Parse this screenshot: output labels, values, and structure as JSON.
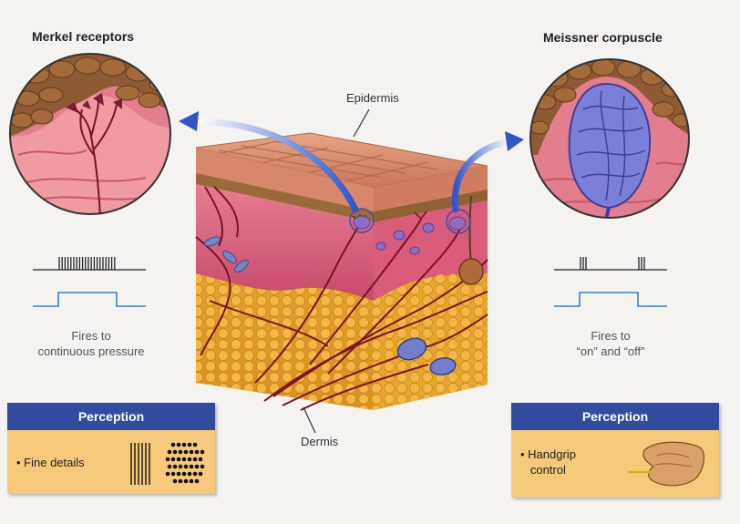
{
  "left": {
    "title": "Merkel receptors",
    "caption": [
      "Fires to",
      "continuous pressure"
    ],
    "perception": {
      "header": "Perception",
      "bullet": "Fine details"
    }
  },
  "right": {
    "title": "Meissner corpuscle",
    "caption": [
      "Fires to",
      "“on” and “off”"
    ],
    "perception": {
      "header": "Perception",
      "bullet": [
        "Handgrip",
        "control"
      ]
    }
  },
  "labels": {
    "epidermis": "Epidermis",
    "dermis": "Dermis"
  },
  "colors": {
    "arrow": "#2f55c8",
    "panel_header": "#2f4c9e",
    "panel_body": "#f6c97a",
    "skin_pink": "#d75b7c",
    "fat_yellow": "#e9a62c",
    "nerve": "#7a1323"
  }
}
